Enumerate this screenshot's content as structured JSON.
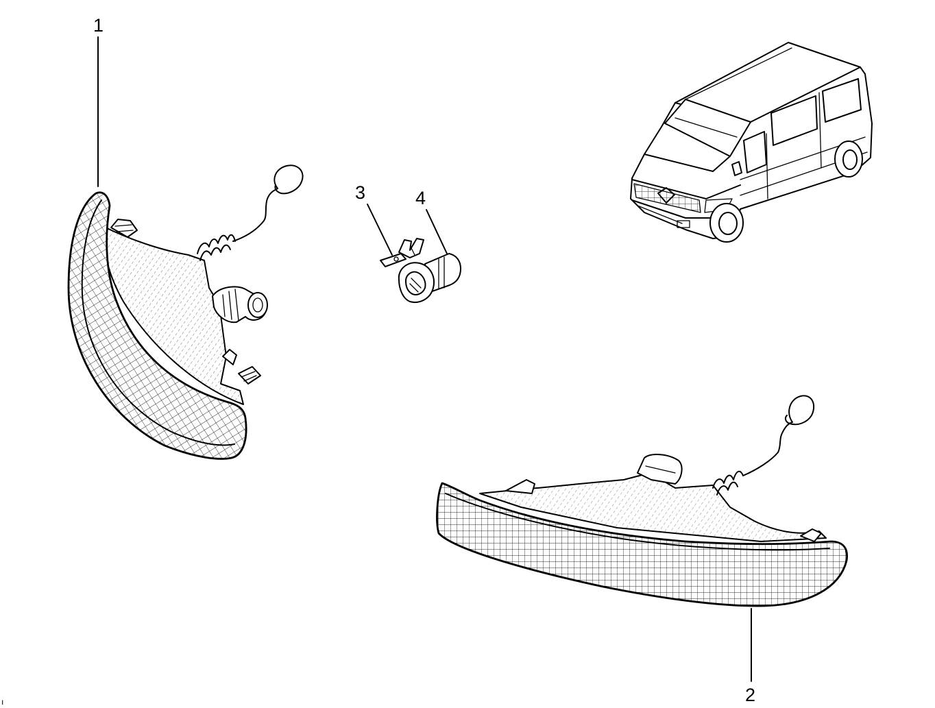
{
  "diagram": {
    "callouts": [
      {
        "id": "1",
        "label": "1"
      },
      {
        "id": "2",
        "label": "2"
      },
      {
        "id": "3",
        "label": "3"
      },
      {
        "id": "4",
        "label": "4"
      }
    ],
    "stray_mark": "ı"
  }
}
